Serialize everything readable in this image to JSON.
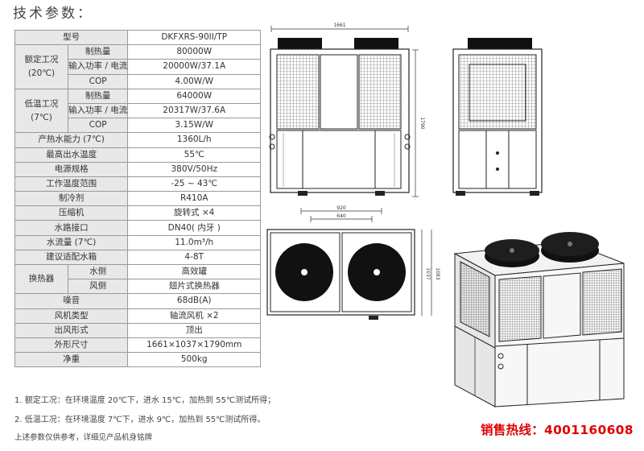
{
  "title": "技术参数：",
  "table": {
    "model_label": "型号",
    "model_value": "DKFXRS-90II/TP",
    "rated_group": "额定工况\n(20℃)",
    "rated_rows": [
      {
        "label": "制热量",
        "value": "80000W"
      },
      {
        "label": "输入功率 / 电流",
        "value": "20000W/37.1A"
      },
      {
        "label": "COP",
        "value": "4.00W/W"
      }
    ],
    "low_group": "低温工况\n(7℃)",
    "low_rows": [
      {
        "label": "制热量",
        "value": "64000W"
      },
      {
        "label": "输入功率 / 电流",
        "value": "20317W/37.6A"
      },
      {
        "label": "COP",
        "value": "3.15W/W"
      }
    ],
    "rows_a": [
      {
        "label": "产热水能力 (7℃)",
        "value": "1360L/h"
      },
      {
        "label": "最高出水温度",
        "value": "55℃"
      },
      {
        "label": "电源规格",
        "value": "380V/50Hz"
      },
      {
        "label": "工作温度范围",
        "value": "-25 ~ 43℃"
      },
      {
        "label": "制冷剂",
        "value": "R410A"
      },
      {
        "label": "压缩机",
        "value": "旋转式 ×4"
      },
      {
        "label": "水路接口",
        "value": "DN40( 内牙 )"
      },
      {
        "label": "水流量 (7℃)",
        "value": "11.0m³/h"
      },
      {
        "label": "建议适配水箱",
        "value": "4-8T"
      }
    ],
    "hx_group": "换热器",
    "hx_rows": [
      {
        "label": "水侧",
        "value": "高效罐"
      },
      {
        "label": "风侧",
        "value": "翅片式换热器"
      }
    ],
    "rows_b": [
      {
        "label": "噪音",
        "value": "68dB(A)"
      },
      {
        "label": "风机类型",
        "value": "轴流风机 ×2"
      },
      {
        "label": "出风形式",
        "value": "顶出"
      },
      {
        "label": "外形尺寸",
        "value": "1661×1037×1790mm"
      },
      {
        "label": "净重",
        "value": "500kg"
      }
    ]
  },
  "notes": [
    "1. 额定工况：在环境温度 20℃下，进水 15℃，加热到 55℃测试所得；",
    "2. 低温工况：在环境温度 7℃下，进水 9℃，加热到 55℃测试所得。"
  ],
  "disclaimer": "上述参数仅供参考，详细见产品机身铭牌",
  "hotline": "销售热线：4001160608",
  "dims": {
    "front_width": "1661",
    "front_height": "1790",
    "top_width_outer": "920",
    "top_width_inner": "640",
    "top_depth_outer": "1037",
    "top_depth_inner": "1083"
  }
}
